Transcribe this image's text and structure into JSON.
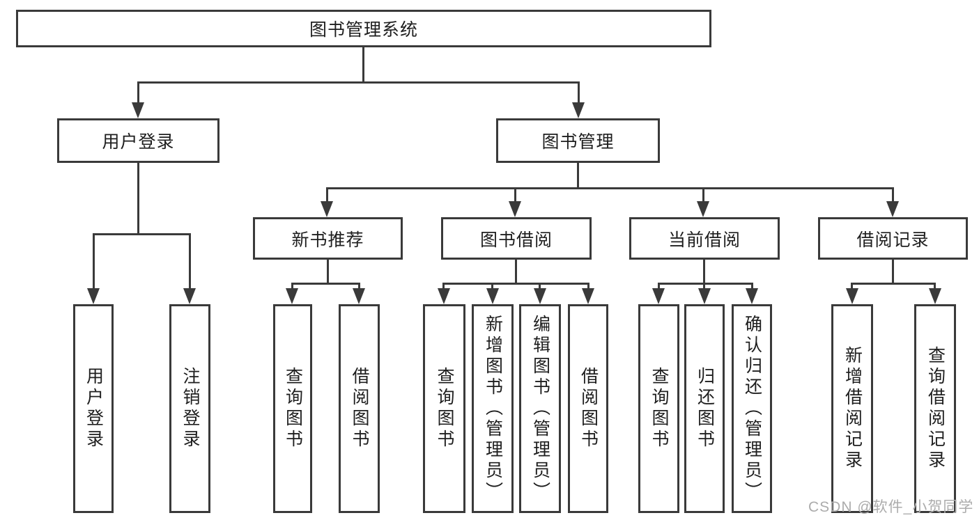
{
  "diagram": {
    "root": {
      "label": "图书管理系统"
    },
    "branches": [
      {
        "label": "用户登录"
      },
      {
        "label": "图书管理"
      }
    ],
    "modules": [
      {
        "label": "新书推荐",
        "parent": "图书管理"
      },
      {
        "label": "图书借阅",
        "parent": "图书管理"
      },
      {
        "label": "当前借阅",
        "parent": "图书管理"
      },
      {
        "label": "借阅记录",
        "parent": "图书管理"
      }
    ],
    "functions": [
      {
        "label": "用户登录",
        "parent": "用户登录"
      },
      {
        "label": "注销登录",
        "parent": "用户登录"
      },
      {
        "label": "查询图书",
        "parent": "新书推荐"
      },
      {
        "label": "借阅图书",
        "parent": "新书推荐"
      },
      {
        "label": "查询图书",
        "parent": "图书借阅"
      },
      {
        "label": "新增图书（管理员）",
        "parent": "图书借阅"
      },
      {
        "label": "编辑图书（管理员）",
        "parent": "图书借阅"
      },
      {
        "label": "借阅图书",
        "parent": "图书借阅"
      },
      {
        "label": "查询图书",
        "parent": "当前借阅"
      },
      {
        "label": "归还图书",
        "parent": "当前借阅"
      },
      {
        "label": "确认归还（管理员）",
        "parent": "当前借阅"
      },
      {
        "label": "新增借阅记录",
        "parent": "借阅记录"
      },
      {
        "label": "查询借阅记录",
        "parent": "借阅记录"
      }
    ],
    "watermark": {
      "text": "CSDN @软件_小贺同学"
    },
    "colors": {
      "line": "#3a3a3a",
      "text": "#1e1e1e",
      "watermark": "#acacac",
      "background": "#ffffff"
    }
  }
}
